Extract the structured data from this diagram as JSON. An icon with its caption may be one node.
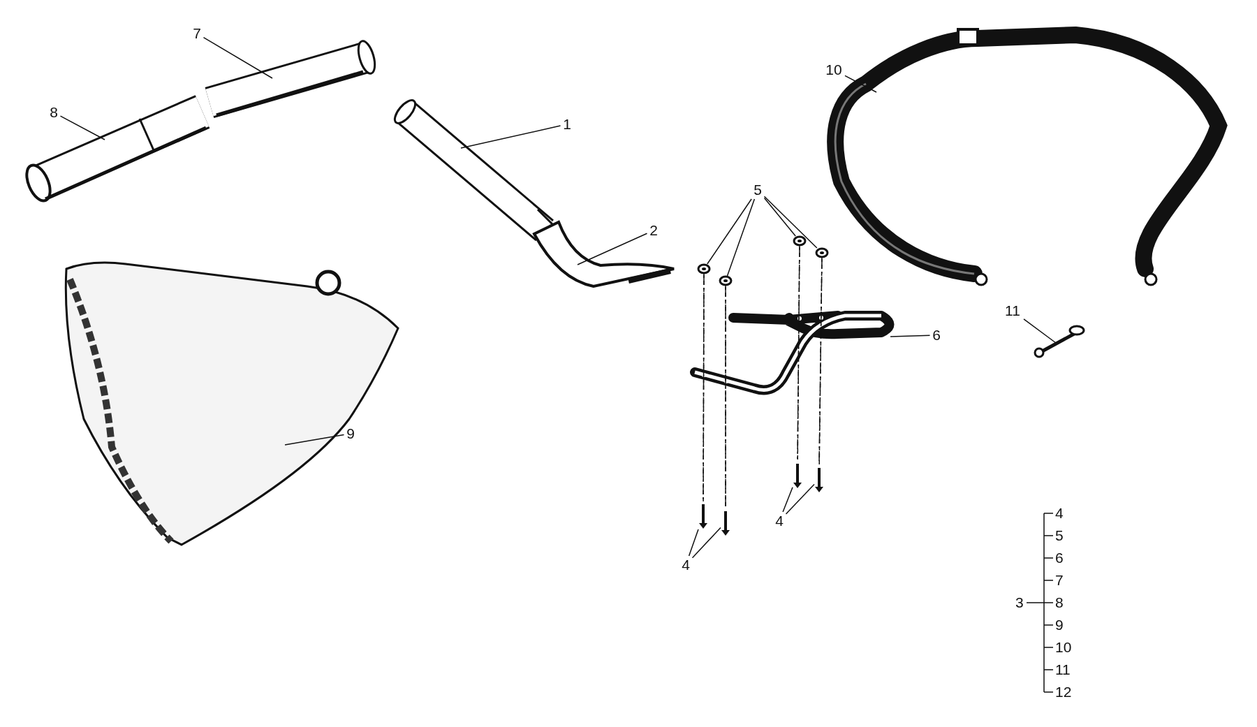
{
  "diagram": {
    "nodes": [
      {
        "text": [
          "7"
        ]
      },
      {
        "text": [],
        "shape": "picture"
      },
      {
        "text": [
          "8"
        ]
      },
      {
        "text": [],
        "shape": "picture"
      },
      {
        "text": [
          "1"
        ]
      },
      {
        "text": [],
        "shape": "picture"
      },
      {
        "text": [
          "10"
        ]
      },
      {
        "text": [],
        "shape": "picture"
      },
      {
        "text": [
          "5"
        ]
      },
      {
        "text": [],
        "shape": "picture"
      },
      {
        "text": [],
        "shape": "picture"
      },
      {
        "text": [],
        "shape": "picture"
      },
      {
        "text": [],
        "shape": "picture"
      },
      {
        "text": [
          "2"
        ]
      },
      {
        "text": [],
        "shape": "picture"
      },
      {
        "text": [
          "11"
        ]
      },
      {
        "text": [],
        "shape": "picture"
      },
      {
        "text": [
          "6"
        ]
      },
      {
        "text": [],
        "shape": "picture"
      },
      {
        "text": [
          "9"
        ]
      },
      {
        "text": [],
        "shape": "picture"
      },
      {
        "text": [],
        "shape": "picture"
      },
      {
        "text": [],
        "shape": "picture"
      },
      {
        "text": [],
        "shape": "picture"
      },
      {
        "text": [],
        "shape": "picture"
      },
      {
        "text": [
          "4"
        ]
      },
      {
        "text": [
          "4"
        ]
      }
    ],
    "edges": [
      {
        "from": 0,
        "to": 1,
        "arrow": "none"
      },
      {
        "from": 2,
        "to": 3,
        "arrow": "none"
      },
      {
        "from": 4,
        "to": 5,
        "arrow": "none"
      },
      {
        "from": 6,
        "to": 7,
        "arrow": "none"
      },
      {
        "from": 8,
        "to": 9,
        "arrow": "none"
      },
      {
        "from": 8,
        "to": 10,
        "arrow": "none"
      },
      {
        "from": 8,
        "to": 11,
        "arrow": "none"
      },
      {
        "from": 8,
        "to": 12,
        "arrow": "none"
      },
      {
        "from": 13,
        "to": 14,
        "arrow": "none"
      },
      {
        "from": 15,
        "to": 16,
        "arrow": "none"
      },
      {
        "from": 17,
        "to": 18,
        "arrow": "none"
      },
      {
        "from": 19,
        "to": 20,
        "arrow": "none"
      },
      {
        "from": 25,
        "to": 23,
        "arrow": "none"
      },
      {
        "from": 25,
        "to": 24,
        "arrow": "none"
      },
      {
        "from": 26,
        "to": 21,
        "arrow": "none"
      },
      {
        "from": 26,
        "to": 22,
        "arrow": "none"
      },
      {
        "from": 9,
        "to": 21,
        "arrow": "none",
        "style": "dashed"
      },
      {
        "from": 10,
        "to": 22,
        "arrow": "none",
        "style": "dashed"
      },
      {
        "from": 11,
        "to": 23,
        "arrow": "none",
        "style": "dashed"
      },
      {
        "from": 12,
        "to": 24,
        "arrow": "none",
        "style": "dashed"
      }
    ],
    "labels": [
      "4",
      "5",
      "6",
      "7",
      "3",
      "8",
      "9",
      "10",
      "11",
      "12"
    ]
  }
}
